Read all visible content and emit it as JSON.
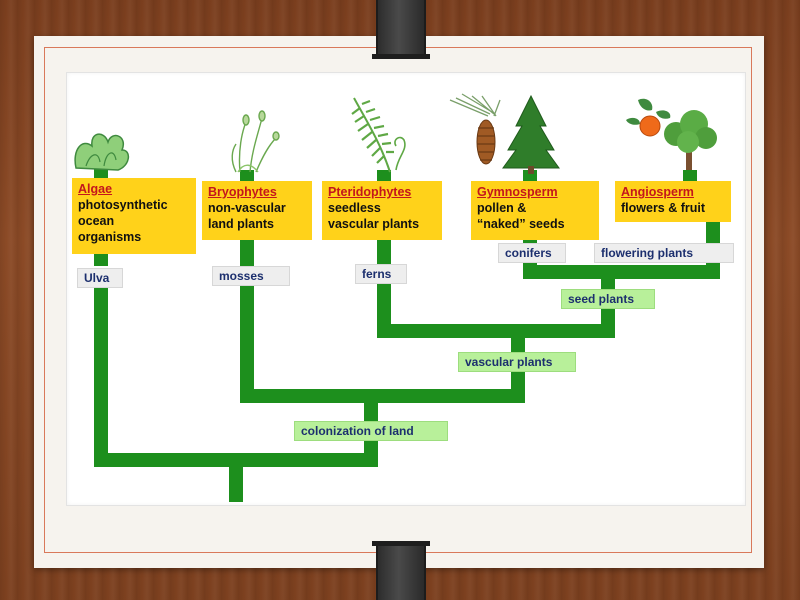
{
  "groups": {
    "algae": {
      "title": "Algae",
      "lines": [
        "photosynthetic",
        "ocean",
        "organisms"
      ],
      "example": "Ulva"
    },
    "bryophytes": {
      "title": "Bryophytes",
      "lines": [
        "non-vascular",
        "land plants"
      ],
      "example": "mosses"
    },
    "pteridophytes": {
      "title": "Pteridophytes",
      "lines": [
        "seedless",
        "vascular plants"
      ],
      "example": "ferns"
    },
    "gymnosperm": {
      "title": "Gymnosperm",
      "lines": [
        "pollen  &",
        "“naked” seeds"
      ],
      "example": "conifers"
    },
    "angiosperm": {
      "title": "Angiosperm",
      "lines": [
        "flowers & fruit"
      ],
      "example": "flowering plants"
    }
  },
  "milestones": {
    "seed_plants": "seed plants",
    "vascular_plants": "vascular plants",
    "colonization": "colonization of land"
  },
  "colors": {
    "branch": "#1d8f1d",
    "card": "#ffd21a",
    "card_title": "#c4161c",
    "milestone_bg": "#b8f09a",
    "tag_text": "#1c2f6e"
  },
  "icons": [
    "algae-icon",
    "moss-icon",
    "fern-icon",
    "pine-cone-icon",
    "conifer-tree-icon",
    "orange-fruit-icon",
    "broadleaf-tree-icon"
  ]
}
